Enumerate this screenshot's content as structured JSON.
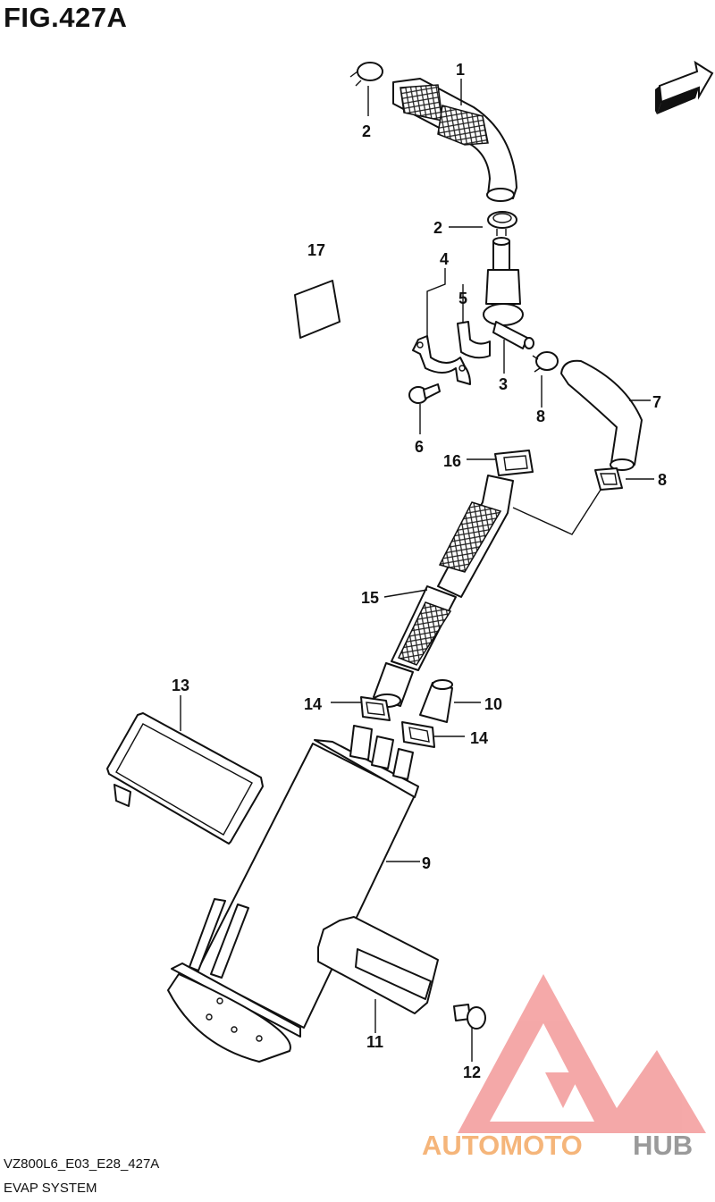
{
  "figure": {
    "title": "FIG.427A"
  },
  "footer": {
    "code": "VZ800L6_E03_E28_427A",
    "caption": "EVAP SYSTEM"
  },
  "direction_badge": "FWD",
  "watermark": {
    "part1": "AUTOMOTO",
    "part2": "HUB"
  },
  "colors": {
    "watermark_red": "#f08a8a",
    "watermark_orange": "#f5b57a",
    "watermark_gray": "#9a9a9a"
  },
  "callouts": [
    "1",
    "2",
    "2",
    "3",
    "4",
    "5",
    "6",
    "7",
    "8",
    "8",
    "9",
    "10",
    "11",
    "12",
    "13",
    "14",
    "14",
    "15",
    "16",
    "17"
  ]
}
